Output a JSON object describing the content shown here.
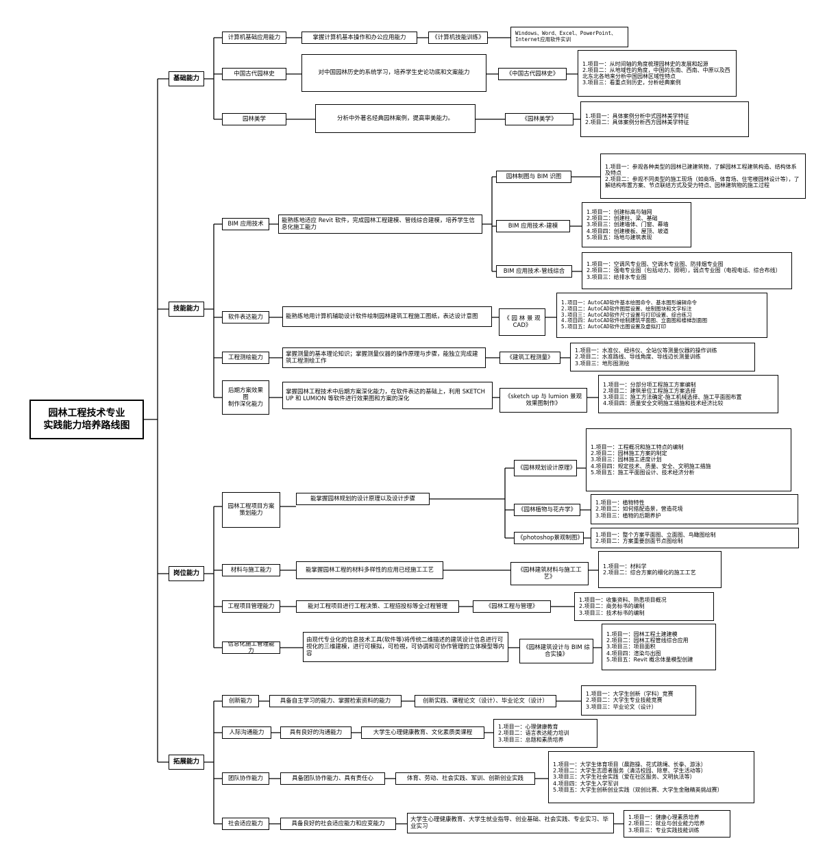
{
  "root": "园林工程技术专业\n实践能力培养路线图",
  "basic": {
    "label": "基础能力",
    "b1": {
      "skill": "计算机基础应用能力",
      "desc": "掌握计算机基本操作和办公应用能力",
      "course": "《计算机技能训练》",
      "content": "Windows、Word、Excel、PowerPoint、\nInternet应用软件实训"
    },
    "b2": {
      "skill": "中国古代园林史",
      "desc": "对中国园林历史的系统学习，培养学生史论功底和文案能力",
      "course": "《中国古代园林史》",
      "content": "1.项目一：从时间轴的角度梳理园林史的发展和起源\n2.项目二：从地域性的角度，中国的东南、西南、中原以及西北东北各地来分析中国园林区域性特点\n3.项目三：看重点到历史，分析经典案例"
    },
    "b3": {
      "skill": "园林美学",
      "desc": "分析中外著名经典园林案例，提高审美能力。",
      "course": "《园林美学》",
      "content": "1.项目一：具体案例分析中式园林美学特征\n2.项目二：具体案例分析西方园林美学特征"
    }
  },
  "tech": {
    "label": "技能能力",
    "bim": {
      "skill": "BIM 应用技术",
      "desc": "能熟练地适应 Revit 软件，完成园林工程建模、管线综合建模，培养学生信息化施工能力",
      "c1": {
        "course": "园林制图与 BIM 识图",
        "content": "1.项目一：参观各种类型的园林已建建筑物，了解园林工程建筑构造、结构体系及特点\n2.项目二：参观不同类型的施工现场（如商场、体育场、住宅楼园林设计等），了解结构布置方案、节点联结方式及受力特点、园林建筑物的施工过程"
      },
      "c2": {
        "course": "BIM 应用技术-建模",
        "content": "1.项目一：创建标高与轴网\n2.项目二：创建柱、梁、基础\n3.项目三：创建墙体、门窗、幕墙\n4.项目四：创建楼板、屋顶、坡道\n5.项目五：场地与建筑表现"
      },
      "c3": {
        "course": "BIM 应用技术-管线综合",
        "content": "1.项目一：空调风专业图、空调水专业图、防排烟专业图\n2.项目二：强电专业图（包括动力、照明），弱点专业图（电视电话、综合布线）\n3.项目三：给排水专业图"
      }
    },
    "soft": {
      "skill": "软件表达能力",
      "desc": "能熟练地用计算机辅助设计软件绘制园林建筑工程施工图纸，表达设计意图",
      "course": "《 园 林 景 观\nCAD》",
      "content": "1.项目一：AutoCAD软件基本绘图命令、基本图形编辑命令\n2.项目二：AutoCAD软件图层设置、绘制图块和文字标注\n3.项目三：AutoCAD软件尺寸设置与打印设置、综合练习\n4.项目四：AutoCAD软件绘制建筑平面图、立面图和楼梯剖面图\n5.项目五：AutoCAD软件出图设置及虚拟打印"
    },
    "survey": {
      "skill": "工程测绘能力",
      "desc": "掌握测量的基本理论知识；掌握测量仪器的操作原理与步骤，能独立完成建筑工程测绘工作",
      "course": "《建筑工程测量》",
      "content": "1.项目一：水准仪、经纬仪、全站仪等测量仪器的操作训练\n2.项目二：水准路线、导线角度、导线边长测量训练\n3.项目三：地形图测绘"
    },
    "post": {
      "skill": "后期方案效果图\n制作深化能力",
      "desc": "掌握园林工程技术中后期方案深化能力，在软件表达的基础上，利用 SKETCH UP 和 LUMION 等软件进行效果图和方案的深化",
      "course": "《sketch up 与 lumion 景观效果图制作》",
      "content": "1.项目一：分部分项工程施工方案编制\n2.项目二：建筑单位工程施工方案选择\n3.项目三：施工方法确定-施工机械选择、施工平面图布置\n4.项目四：质量安全文明施工措施和技术经济比较"
    }
  },
  "post": {
    "label": "岗位能力",
    "plan": {
      "skill": "园林工程项目方案\n策划能力",
      "desc": "能掌握园林规划的设计原理以及设计步骤",
      "c1": {
        "course": "《园林规划设计原理》",
        "content": "1.项目一：工程概况和施工特点的编制\n2.项目二：园林施工方案的制定\n3.项目三：园林施工进度计划\n4.项目四：规定技术、质量、安全、文明施工措施\n5.项目五：施工平面图设计、技术经济分析"
      },
      "c2": {
        "course": "《园林植物与花卉学》",
        "content": "1.项目一：植物特性\n2.项目二：如何搭配造景，营造花境\n3.项目三：植物的后期养护"
      },
      "c3": {
        "course": "《photoshop景观制图》",
        "content": "1.项目一：整个方案平面图、立面图、鸟瞰图绘制\n2.项目二：方案重要剖面节点图绘制"
      }
    },
    "mat": {
      "skill": "材料与施工能力",
      "desc": "能掌握园林工程的材料多样性的应用已经施工工艺",
      "course": "《园林建筑材料与施工工\n艺》",
      "content": "1.项目一：材料学\n2.项目二：综合方案的细化的施工工艺"
    },
    "mgmt": {
      "skill": "工程项目管理能力",
      "desc": "能对工程项目进行工程决策、工程招投标等全过程管理",
      "course": "《园林工程与管理》",
      "content": "1.项目一：收集资料、熟悉项目概况\n2.项目二：商务标书的编制\n3.项目三：技术标书的编制"
    },
    "info": {
      "skill": "信息化施工管理能力",
      "desc": "由现代专业化的信息技术工具(软件等)将传统二维描述的建筑设计信息进行可视化的三维建模，进行可模拟，可检視，可协调和可协作管理的立体模型等内容",
      "course": "《园林建筑设计与 BIM 综\n合实操》",
      "content": "1.项目一：园林工程土建建模\n2.项目二：园林工程管线综合应用\n3.项目三：项目面积\n4.项目四：渲染与出图\n5.项目五：Revit 概念体量模型创建"
    }
  },
  "ext": {
    "label": "拓展能力",
    "e1": {
      "skill": "创新能力",
      "desc": "具备自主学习的能力、掌握检索资料的能力",
      "course": "创新实践、课程论文（设计）、毕业论文（设计）",
      "content": "1.项目一：大学生创新（学科）竞赛\n2.项目二：大学生专业技能竞赛\n3.项目三：毕业论文（设计）"
    },
    "e2": {
      "skill": "人际沟通能力",
      "desc": "具有良好的沟通能力",
      "course": "大学生心理健康教育、文化素质类课程",
      "content": "1.项目一：心理健康教育\n2.项目二：语言表达能力培训\n3.项目三：总题和素质培养"
    },
    "e3": {
      "skill": "团队协作能力",
      "desc": "具备团队协作能力、具有责任心",
      "course": "体育、劳动、社会实践、军训、创新创业实践",
      "content": "1.项目一：大学生体育项目（晨跑操、花式跳绳、长拳、游泳）\n2.项目二：大学生志愿者服务（清洁校园、除草、学生活动等）\n3.项目三：大学生社会实践（爱在社区服务、文明执法等）\n4.项目四：大学生入学军训\n5.项目五：大学生创新创业实践（双创比赛、大学生金融精英挑战赛）"
    },
    "e4": {
      "skill": "社会适应能力",
      "desc": "具备良好的社会适应能力和应变能力",
      "course": "大学生心理健康教育、大学生就业指导、创业基础、社会实践、专业实习、毕业实习",
      "content": "1.项目一：健康心理素质培养\n2.项目二：就业与创业能力培养\n3.项目三：专业实践技能训练"
    }
  }
}
